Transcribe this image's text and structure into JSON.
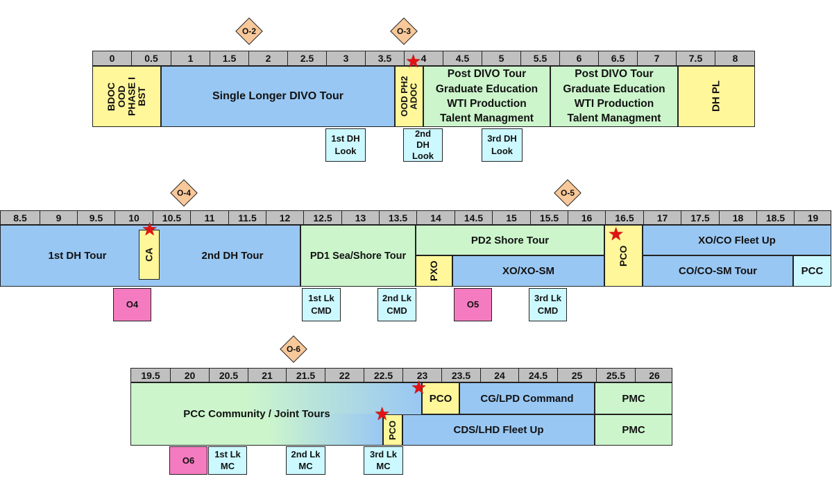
{
  "milestones": [
    "O-2",
    "O-3",
    "O-4",
    "O-5",
    "O-6"
  ],
  "row1": {
    "ticks": [
      "0",
      "0.5",
      "1",
      "1.5",
      "2",
      "2.5",
      "3",
      "3.5",
      "4",
      "4.5",
      "5",
      "5.5",
      "6",
      "6.5",
      "7",
      "7.5",
      "8"
    ],
    "blocks": {
      "bdoc": "BDOC\nOOD\nPHASE I\nBST",
      "divo": "Single Longer DIVO Tour",
      "oodph2": "OOD PH2\nADOC",
      "postdivo1": "Post DIVO Tour\nGraduate Education\nWTI Production\nTalent Managment",
      "postdivo2": "Post DIVO Tour\nGraduate Education\nWTI Production\nTalent Managment",
      "dhpl": "DH PL"
    },
    "looks": [
      "1st DH\nLook",
      "2nd\nDH\nLook",
      "3rd DH\nLook"
    ]
  },
  "row2": {
    "ticks": [
      "8.5",
      "9",
      "9.5",
      "10",
      "10.5",
      "11",
      "11.5",
      "12",
      "12.5",
      "13",
      "13.5",
      "14",
      "14.5",
      "15",
      "15.5",
      "16",
      "16.5",
      "17",
      "17.5",
      "18",
      "18.5",
      "19"
    ],
    "blocks": {
      "dh1": "1st DH Tour",
      "ca": "CA",
      "dh2": "2nd DH Tour",
      "pd1": "PD1 Sea/Shore Tour",
      "pd2": "PD2 Shore Tour",
      "pxo": "PXO",
      "xo": "XO/XO-SM",
      "pco": "PCO",
      "fleetup": "XO/CO Fleet Up",
      "cotour": "CO/CO-SM Tour",
      "pcc": "PCC"
    },
    "boards": [
      "O4",
      "O5"
    ],
    "looks": [
      "1st Lk\nCMD",
      "2nd Lk\nCMD",
      "3rd Lk\nCMD"
    ]
  },
  "row3": {
    "ticks": [
      "19.5",
      "20",
      "20.5",
      "21",
      "21.5",
      "22",
      "22.5",
      "23",
      "23.5",
      "24",
      "24.5",
      "25",
      "25.5",
      "26"
    ],
    "blocks": {
      "community": "PCC Community / Joint Tours",
      "pco_a": "PCO",
      "cg": "CG/LPD Command",
      "pmc1": "PMC",
      "pco_b": "PCO",
      "cds": "CDS/LHD Fleet Up",
      "pmc2": "PMC"
    },
    "boards": [
      "O6"
    ],
    "looks": [
      "1st Lk\nMC",
      "2nd Lk\nMC",
      "3rd Lk\nMC"
    ]
  }
}
